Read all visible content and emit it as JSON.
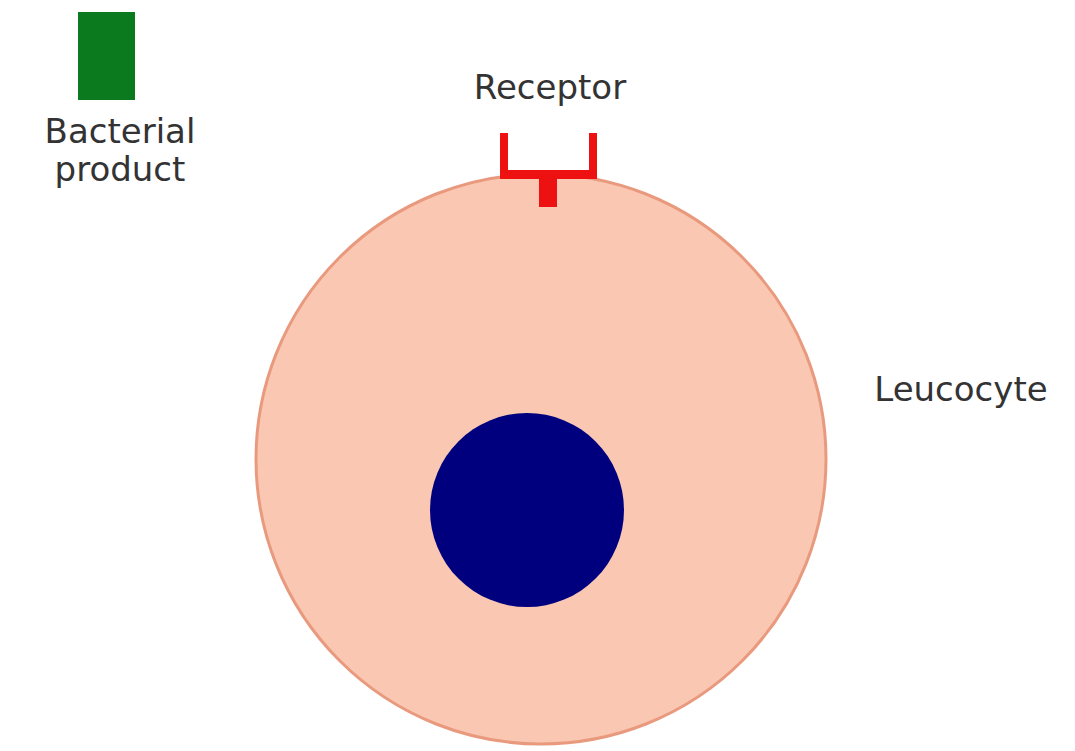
{
  "diagram": {
    "nodes": [
      {
        "text": [
          "Bacterial product"
        ]
      },
      {
        "text": [
          "Receptor"
        ]
      },
      {
        "text": [
          "Leucocyte"
        ]
      }
    ]
  }
}
